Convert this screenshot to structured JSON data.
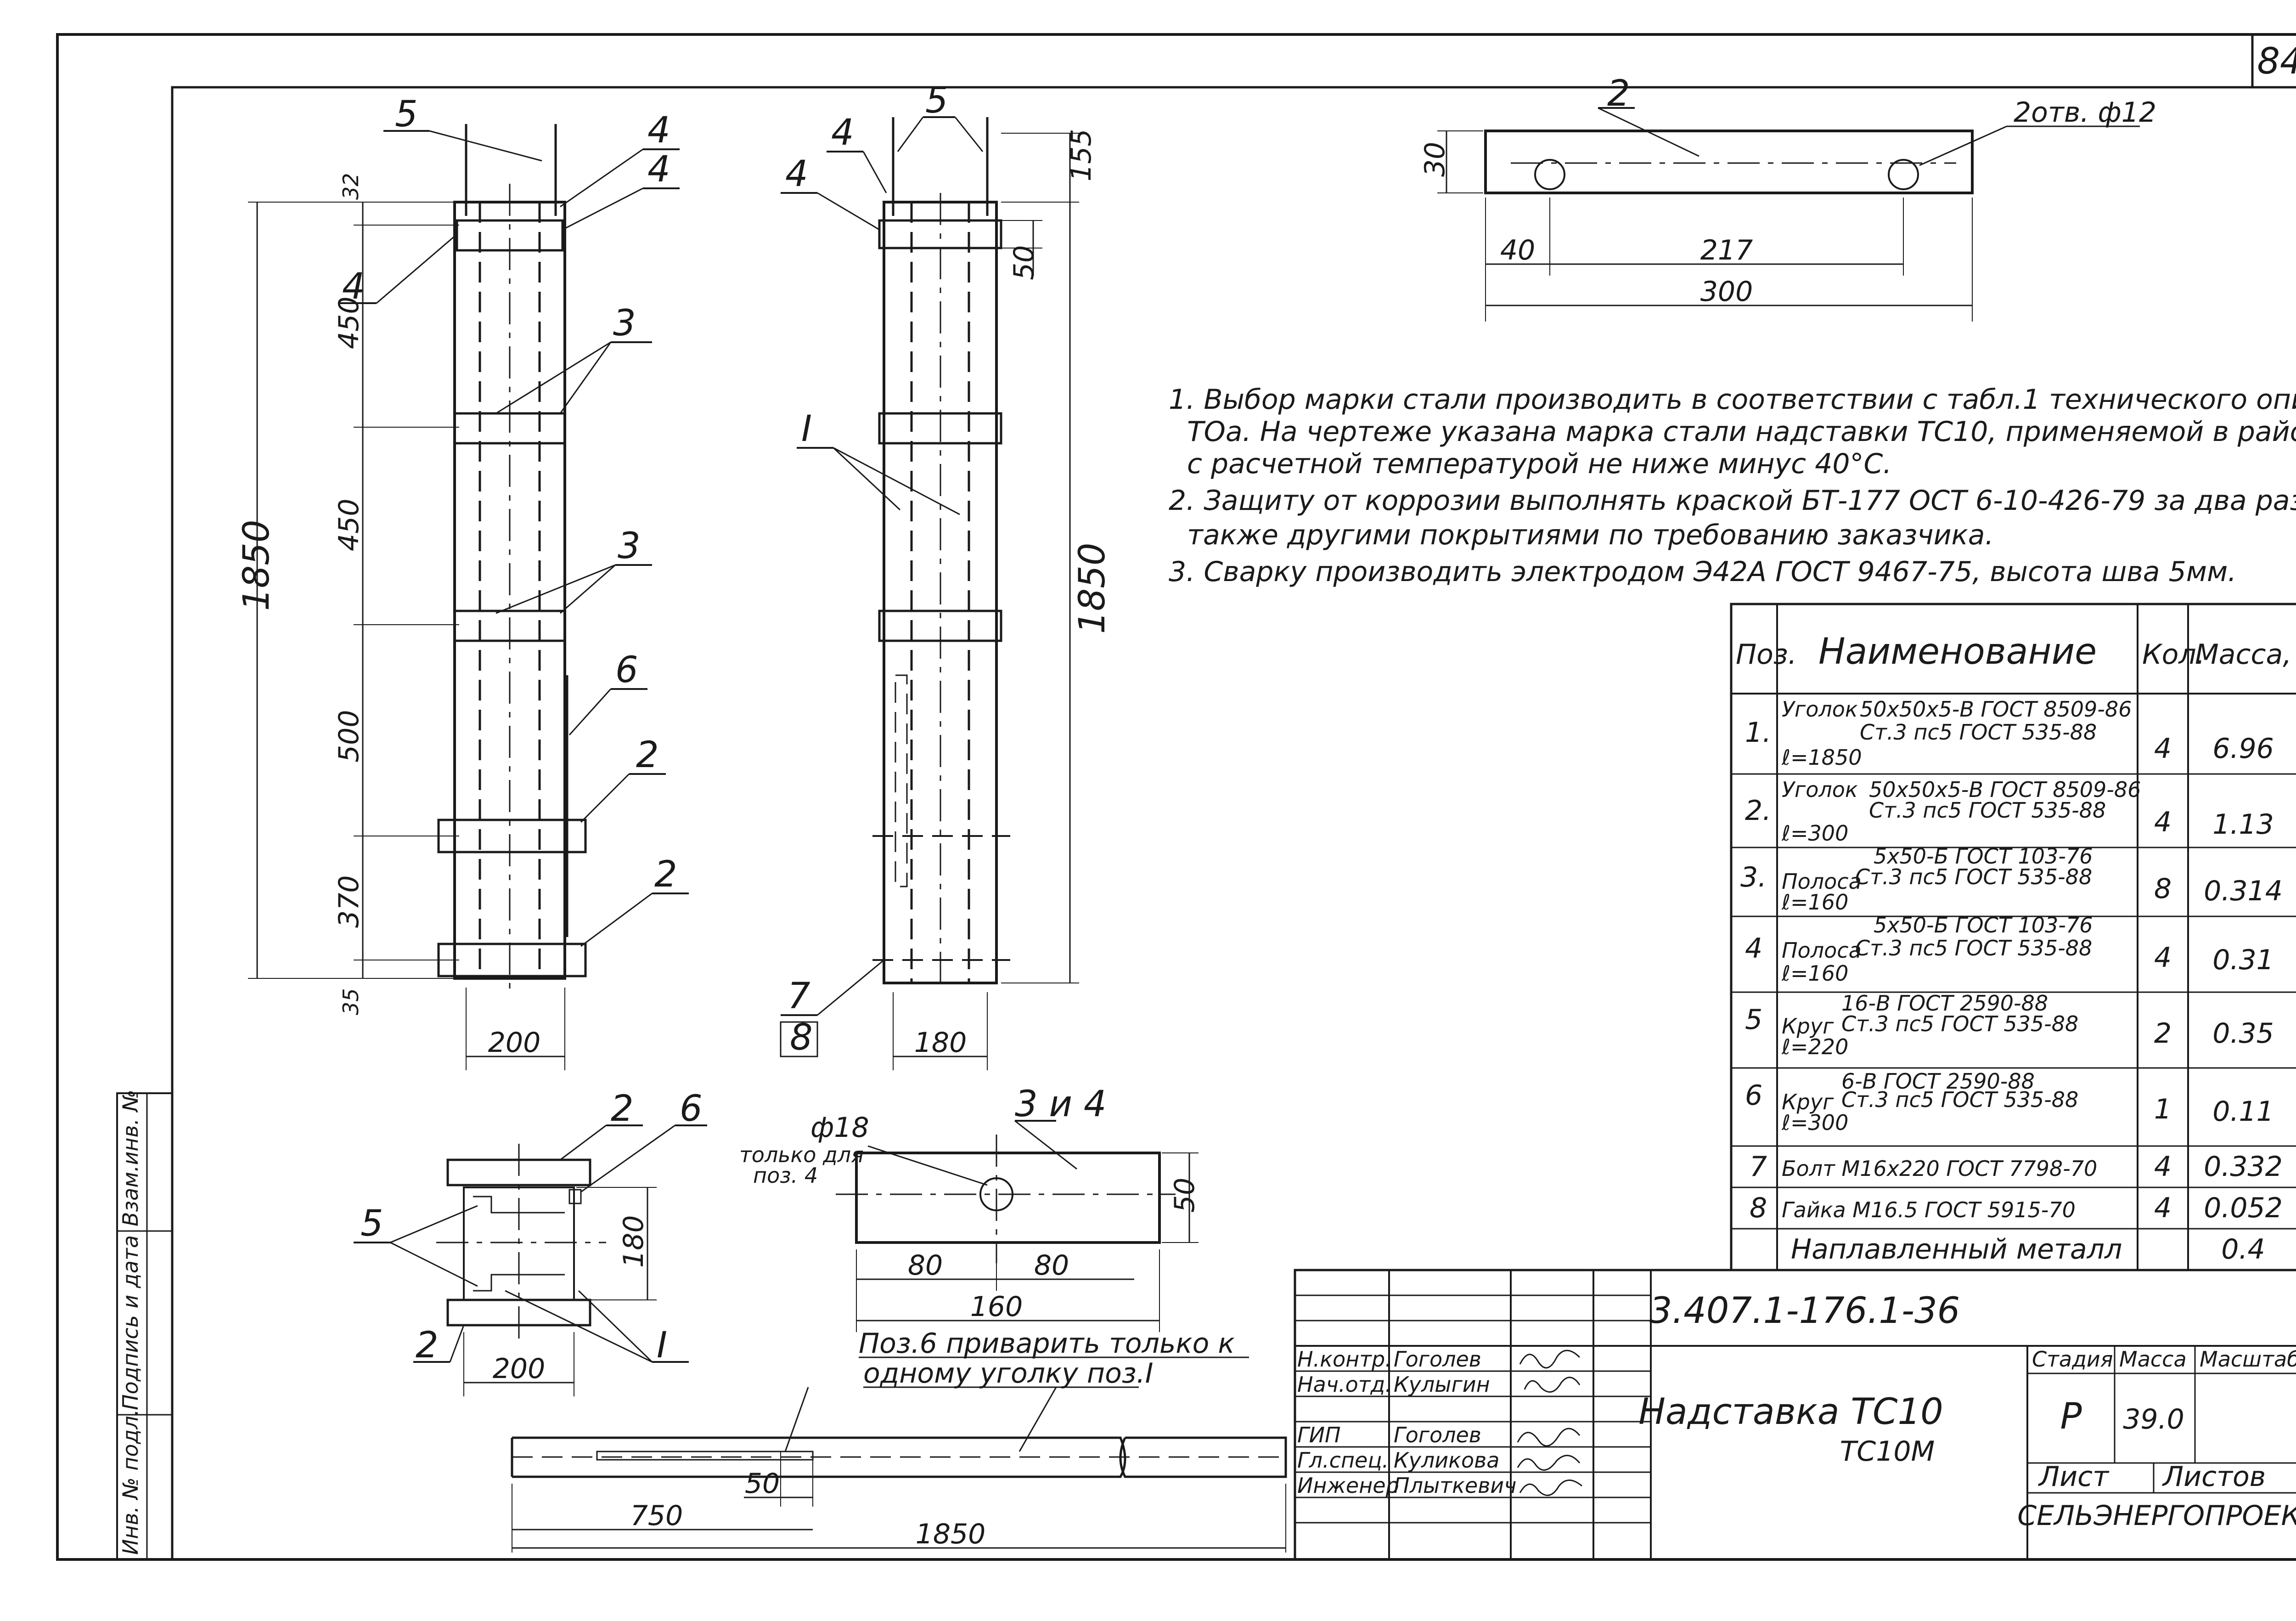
{
  "sheet": {
    "number": "84",
    "code": "3.407.1-176.1-36",
    "title_line1": "Надставка ТС10",
    "title_line2": "ТС10М",
    "organization": "СЕЛЬЭНЕРГОПРОЕКТ",
    "stage_header": "Стадия",
    "mass_header": "Масса",
    "scale_header": "Масштаб",
    "stage": "Р",
    "mass": "39.0",
    "sheet_label": "Лист",
    "sheets_label": "Листов"
  },
  "signatures": [
    {
      "role": "Н.контр.",
      "name": "Гоголев"
    },
    {
      "role": "Нач.отд.",
      "name": "Кулыгин"
    },
    {
      "role": "ГИП",
      "name": "Гоголев"
    },
    {
      "role": "Гл.спец.",
      "name": "Куликова"
    },
    {
      "role": "Инженер",
      "name": "Плыткевич"
    }
  ],
  "side_stamp": [
    "Инв. № подл.",
    "Подпись и дата",
    "Взам.инв. №"
  ],
  "notes": [
    "1. Выбор марки стали производить в соответствии с табл.1 технического описания",
    "ТОа. На чертеже указана марка стали надставки ТС10, применяемой в районах",
    "с расчетной температурой не ниже минус 40°С.",
    "2. Защиту от коррозии выполнять краской БТ-177 ОСТ 6-10-426-79 за два раза, а",
    "также другими покрытиями по требованию заказчика.",
    "3. Сварку производить электродом Э42А ГОСТ 9467-75, высота шва 5мм."
  ],
  "spec_table": {
    "headers": [
      "Поз.",
      "Наименование",
      "Кол.",
      "Масса, кг"
    ],
    "rows": [
      {
        "pos": "1.",
        "name": "Уголок",
        "spec1": "50х50х5-В ГОСТ 8509-86",
        "spec2": "Ст.3 пс5 ГОСТ 535-88",
        "len": "ℓ=1850",
        "qty": "4",
        "mass": "6.96"
      },
      {
        "pos": "2.",
        "name": "Уголок",
        "spec1": "50х50х5-В ГОСТ 8509-86",
        "spec2": "Ст.3 пс5 ГОСТ 535-88",
        "len": "ℓ=300",
        "qty": "4",
        "mass": "1.13"
      },
      {
        "pos": "3.",
        "name": "Полоса",
        "spec1": "5х50-Б ГОСТ 103-76",
        "spec2": "Ст.3 пс5 ГОСТ 535-88",
        "len": "ℓ=160",
        "qty": "8",
        "mass": "0.314"
      },
      {
        "pos": "4",
        "name": "Полоса",
        "spec1": "5х50-Б ГОСТ 103-76",
        "spec2": "Ст.3 пс5 ГОСТ 535-88",
        "len": "ℓ=160",
        "qty": "4",
        "mass": "0.31"
      },
      {
        "pos": "5",
        "name": "Круг",
        "spec1": "16-В ГОСТ 2590-88",
        "spec2": "Ст.3 пс5 ГОСТ 535-88",
        "len": "ℓ=220",
        "qty": "2",
        "mass": "0.35"
      },
      {
        "pos": "6",
        "name": "Круг",
        "spec1": "6-В ГОСТ 2590-88",
        "spec2": "Ст.3 пс5 ГОСТ 535-88",
        "len": "ℓ=300",
        "qty": "1",
        "mass": "0.11"
      },
      {
        "pos": "7",
        "name": "Болт М16х220 ГОСТ 7798-70",
        "spec1": "",
        "spec2": "",
        "len": "",
        "qty": "4",
        "mass": "0.332"
      },
      {
        "pos": "8",
        "name": "Гайка М16.5 ГОСТ 5915-70",
        "spec1": "",
        "spec2": "",
        "len": "",
        "qty": "4",
        "mass": "0.052"
      },
      {
        "pos": "",
        "name": "Наплавленный металл",
        "spec1": "",
        "spec2": "",
        "len": "",
        "qty": "",
        "mass": "0.4"
      }
    ]
  },
  "view_front": {
    "dims": [
      "32",
      "450",
      "450",
      "500",
      "370",
      "35",
      "1850",
      "200"
    ],
    "leaders": [
      "5",
      "4",
      "4",
      "4",
      "3",
      "3",
      "6",
      "2",
      "2"
    ]
  },
  "view_side": {
    "dims": [
      "155",
      "50",
      "1850",
      "180"
    ],
    "leaders": [
      "4",
      "4",
      "5",
      "I",
      "7",
      "8"
    ]
  },
  "part2": {
    "label": "2",
    "holes": "2отв. ф12",
    "dims": [
      "30",
      "40",
      "217",
      "300"
    ]
  },
  "section": {
    "leaders": [
      "2",
      "6",
      "5",
      "2",
      "I"
    ],
    "dims": [
      "180",
      "200"
    ]
  },
  "part34": {
    "label": "3 и 4",
    "hole": "ф18",
    "hole_note1": "только для",
    "hole_note2": "поз. 4",
    "dims": [
      "50",
      "80",
      "80",
      "160"
    ]
  },
  "bottom_view": {
    "note1": "Поз.6 приварить только к",
    "note2": "одному уголку поз.I",
    "dims": [
      "50",
      "750",
      "1850"
    ]
  }
}
